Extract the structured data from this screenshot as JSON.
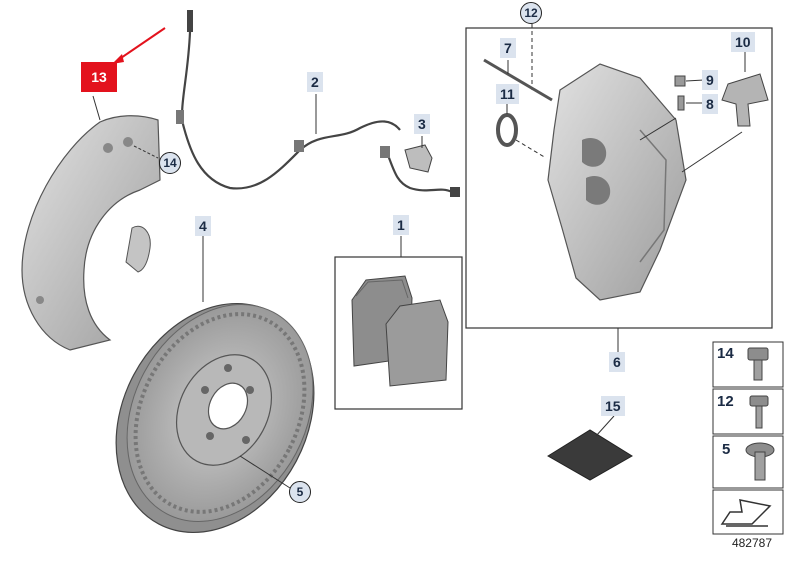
{
  "parts": {
    "p1": "1",
    "p2": "2",
    "p3": "3",
    "p4": "4",
    "p5": "5",
    "p6": "6",
    "p7": "7",
    "p8": "8",
    "p9": "9",
    "p10": "10",
    "p11": "11",
    "p12": "12",
    "p13": "13",
    "p14": "14",
    "p15": "15"
  },
  "legend": {
    "a": "14",
    "b": "12",
    "c": "5"
  },
  "diagram_number": "482787",
  "colors": {
    "highlight": "#e3121d",
    "label_bg": "#dbe3ee",
    "part_gray": "#9a9a9a"
  }
}
